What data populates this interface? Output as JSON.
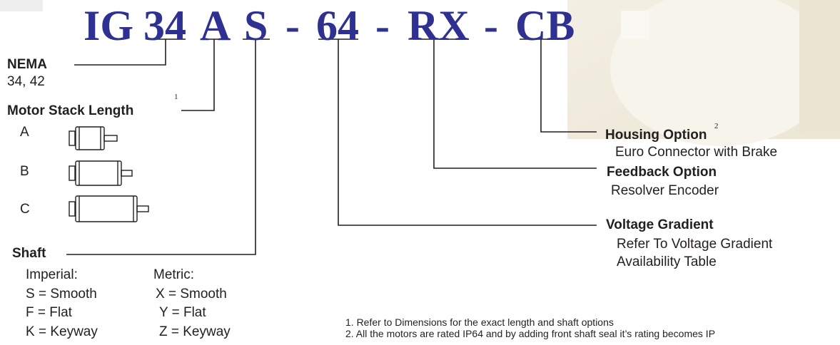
{
  "colors": {
    "code": "#2e3192",
    "text": "#231f20",
    "line": "#231f20"
  },
  "part_number": {
    "series": "IG",
    "nema": "34",
    "stack": "A",
    "shaft": "S",
    "dash1": "-",
    "voltage": "64",
    "dash2": "-",
    "feedback": "RX",
    "dash3": "-",
    "housing": "CB"
  },
  "nema": {
    "title": "NEMA",
    "values": "34, 42"
  },
  "stack_length": {
    "title": "Motor Stack Length",
    "footnote_ref": "1",
    "options": [
      "A",
      "B",
      "C"
    ]
  },
  "shaft": {
    "title": "Shaft",
    "imperial": {
      "header": "Imperial:",
      "items": [
        "S = Smooth",
        "F = Flat",
        "K = Keyway"
      ]
    },
    "metric": {
      "header": "Metric:",
      "items": [
        "X = Smooth",
        "Y = Flat",
        "Z = Keyway"
      ]
    }
  },
  "housing": {
    "title": "Housing Option",
    "footnote_ref": "2",
    "description": "Euro Connector with Brake"
  },
  "feedback": {
    "title": "Feedback Option",
    "description": "Resolver Encoder"
  },
  "voltage": {
    "title": "Voltage Gradient",
    "description_line1": "Refer To Voltage Gradient",
    "description_line2": "Availability Table"
  },
  "footnotes": [
    "1.   Refer to Dimensions for the exact length and shaft options",
    "2.   All the motors are rated IP64 and by adding front shaft seal it’s rating becomes IP"
  ]
}
